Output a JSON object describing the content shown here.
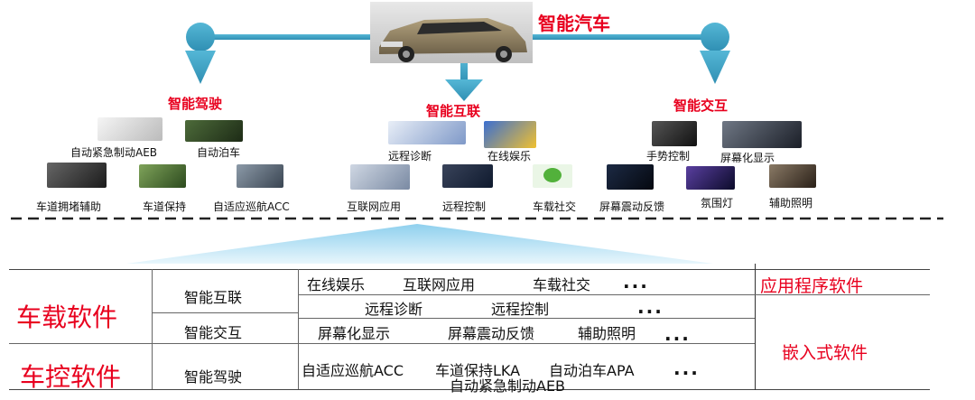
{
  "top": {
    "title": "智能汽车",
    "branches": [
      {
        "title": "智能驾驶",
        "features": [
          "自动紧急制动AEB",
          "自动泊车",
          "车道拥堵辅助",
          "车道保持",
          "自适应巡航ACC"
        ]
      },
      {
        "title": "智能互联",
        "features": [
          "远程诊断",
          "在线娱乐",
          "互联网应用",
          "远程控制",
          "车载社交"
        ]
      },
      {
        "title": "智能交互",
        "features": [
          "手势控制",
          "屏幕化显示",
          "屏幕震动反馈",
          "氛围灯",
          "辅助照明"
        ]
      }
    ]
  },
  "table": {
    "left": [
      "车载软件",
      "车控软件"
    ],
    "categories": [
      "智能互联",
      "智能交互",
      "智能驾驶"
    ],
    "rows": {
      "r1": [
        "在线娱乐",
        "互联网应用",
        "车载社交"
      ],
      "r2": [
        "远程诊断",
        "远程控制"
      ],
      "r3": [
        "屏幕化显示",
        "屏幕震动反馈",
        "辅助照明"
      ],
      "r4": [
        "自适应巡航ACC",
        "车道保持LKA",
        "自动泊车APA"
      ],
      "r5": "自动紧急制动AEB",
      "ellipsis": "..."
    },
    "right": [
      "应用程序软件",
      "嵌入式软件"
    ]
  },
  "colors": {
    "accent": "#e8001e",
    "teal": "#3a9ec0"
  }
}
